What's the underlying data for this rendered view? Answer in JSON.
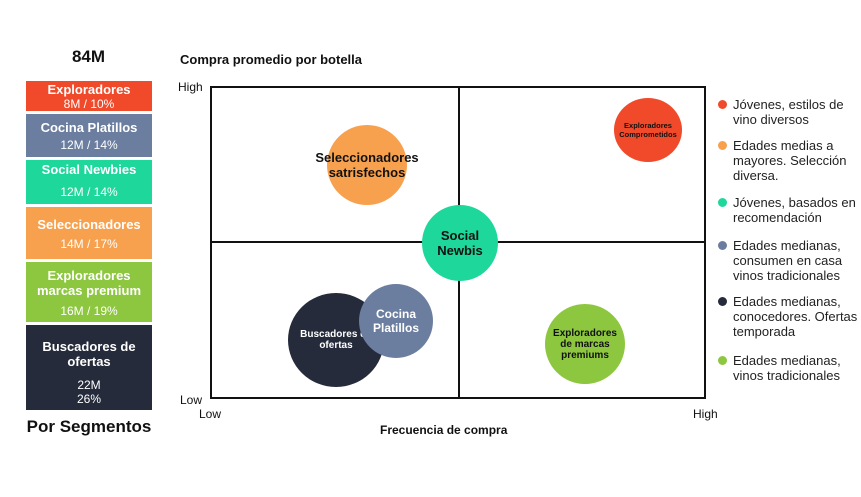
{
  "colors": {
    "exploradores": "#f04a2a",
    "cocina": "#6b7ea0",
    "social": "#1ed79a",
    "seleccionadores": "#f7a14f",
    "premium": "#8dc63f",
    "buscadores": "#252b3a"
  },
  "left_panel": {
    "total": "84M",
    "footer": "Por Segmentos",
    "segments": [
      {
        "name": "Exploradores",
        "value": "8M / 10%"
      },
      {
        "name": "Cocina Platillos",
        "value": "12M / 14%"
      },
      {
        "name": "Social Newbies",
        "value": "12M / 14%"
      },
      {
        "name": "Seleccionadores",
        "value": "14M / 17%"
      },
      {
        "name": "Exploradores marcas premium",
        "value": "16M / 19%"
      },
      {
        "name": "Buscadores de ofertas",
        "value": "22M",
        "value2": "26%"
      }
    ]
  },
  "chart": {
    "title": "Compra promedio por botella",
    "x_title": "Frecuencia de compra",
    "y_high": "High",
    "y_low": "Low",
    "x_low": "Low",
    "x_high": "High",
    "bubbles": {
      "exploradores": "Exploradores Comprometidos",
      "seleccionadores": "Seleccionadores satrisfechos",
      "social": "Social Newbis",
      "cocina": "Cocina Platillos",
      "buscadores": "Buscadores de ofertas",
      "premium": "Exploradores de marcas premiums"
    }
  },
  "legend": [
    {
      "text": "Jóvenes, estilos de vino diversos"
    },
    {
      "text": "Edades medias a mayores. Selección diversa."
    },
    {
      "text": "Jóvenes, basados en recomendación"
    },
    {
      "text": "Edades medianas, consumen en casa vinos tradicionales"
    },
    {
      "text": "Edades medianas, conocedores. Ofertas temporada"
    },
    {
      "text": "Edades medianas, vinos tradicionales"
    }
  ]
}
